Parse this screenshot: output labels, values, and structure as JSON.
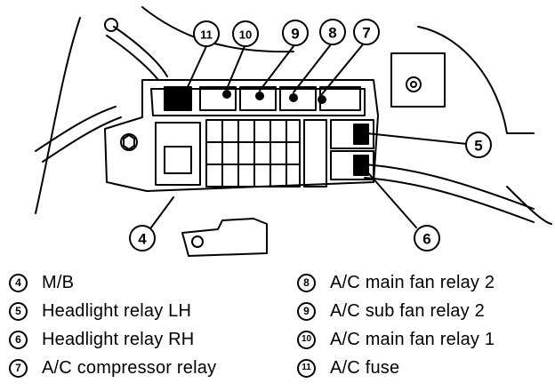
{
  "callouts": [
    {
      "num": "4"
    },
    {
      "num": "5"
    },
    {
      "num": "6"
    },
    {
      "num": "7"
    },
    {
      "num": "8"
    },
    {
      "num": "9"
    },
    {
      "num": "10"
    },
    {
      "num": "11"
    }
  ],
  "legend": [
    {
      "num": "4",
      "label": "M/B"
    },
    {
      "num": "5",
      "label": "Headlight relay LH"
    },
    {
      "num": "6",
      "label": "Headlight relay RH"
    },
    {
      "num": "7",
      "label": "A/C compressor relay"
    },
    {
      "num": "8",
      "label": "A/C main fan relay 2"
    },
    {
      "num": "9",
      "label": "A/C sub fan relay 2"
    },
    {
      "num": "10",
      "label": "A/C main fan relay 1"
    },
    {
      "num": "11",
      "label": "A/C fuse"
    }
  ],
  "colors": {
    "ink": "#000000",
    "paper": "#ffffff"
  }
}
